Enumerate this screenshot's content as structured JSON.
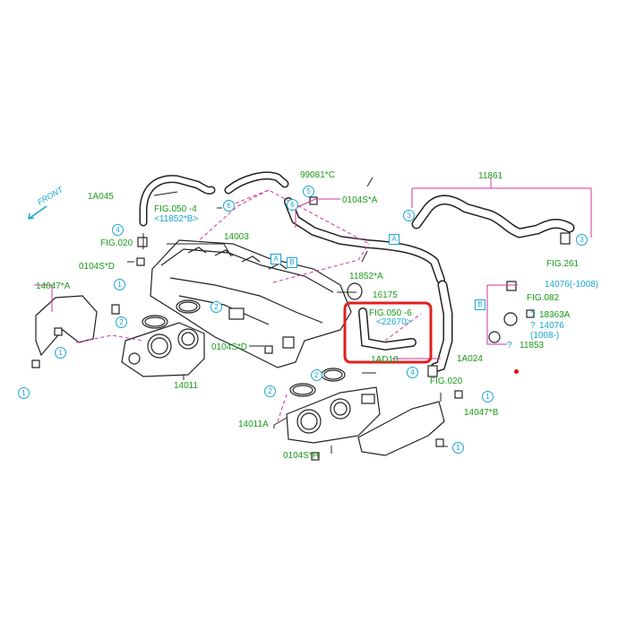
{
  "front_label": "FRONT",
  "labels_green": {
    "l11861": "11861",
    "l99081c": "99081*C",
    "l1ad45": "1A045",
    "fig050_4": "FIG.050 -4",
    "l0104sa": "0104S*A",
    "fig020_top": "FIG.020",
    "l14003": "14003",
    "l0104sd_top": "0104S*D",
    "l11852a": "11852*A",
    "l14047a": "14047*A",
    "l16175": "16175",
    "fig050_6": "FIG.050 -6",
    "l0104sd_mid": "0104S*D",
    "l14011": "14011",
    "l1a024": "1A024",
    "fig020_bot": "FIG.020",
    "l14011a": "14011A",
    "l14047b": "14047*B",
    "l0104sh": "0104S*H",
    "fig261": "FIG.261",
    "fig082": "FIG.082",
    "l11853": "11853",
    "l1ad10": "1AD10"
  },
  "labels_cyan": {
    "l11852b": "<11852*B>",
    "l22670": "<22670>",
    "l14076a": "14076(-1008)",
    "l18363a": "18363A",
    "l14076b": "14076",
    "l1008b": "(1008-)",
    "q1": "?",
    "q2": "?",
    "q3": "?"
  },
  "callouts": {
    "c1a": "1",
    "c1b": "1",
    "c1c": "1",
    "c1d": "1",
    "c1e": "1",
    "c2a": "2",
    "c2b": "2",
    "c2c": "2",
    "c2d": "2",
    "c3a": "3",
    "c3b": "3",
    "c4a": "4",
    "c4b": "4",
    "c5": "5",
    "c6a": "6",
    "c6b": "6"
  },
  "boxes": {
    "ba1": "A",
    "ba2": "A",
    "bb1": "B",
    "bb2": "B"
  },
  "colors": {
    "line": "#222222",
    "leader": "#d0359a",
    "green": "#1a9a1a",
    "cyan": "#1aa6cf",
    "highlight": "#e02020"
  }
}
